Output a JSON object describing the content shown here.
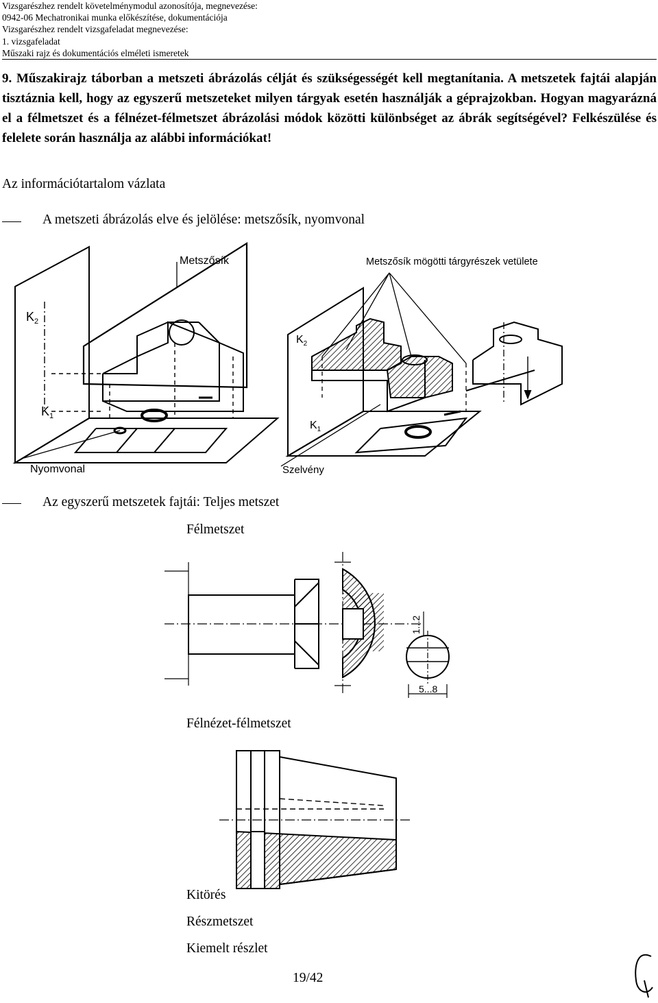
{
  "header": {
    "lines": [
      "Vizsgarészhez rendelt követelménymodul azonosítója, megnevezése:",
      "0942-06 Mechatronikai munka előkészítése, dokumentációja",
      "Vizsgarészhez rendelt vizsgafeladat megnevezése:",
      "1. vizsgafeladat",
      "Műszaki rajz és dokumentációs elméleti ismeretek"
    ]
  },
  "question": {
    "text": "9. Műszakirajz táborban a metszeti ábrázolás célját és szükségességét kell megtanítania. A metszetek fajtái alapján tisztáznia kell, hogy az egyszerű metszeteket milyen tárgyak esetén használják a géprajzokban. Hogyan magyarázná el a félmetszet és a félnézet-félmetszet ábrázolási módok közötti különbséget az ábrák segítségével? Felkészülése és felelete során használja az alábbi információkat!"
  },
  "outline_title": "Az információtartalom vázlata",
  "items": {
    "item1": "A metszeti ábrázolás elve és jelölése: metszősík, nyomvonal",
    "item2": "Az egyszerű metszetek fajtái: Teljes metszet",
    "felmetszet": "Félmetszet",
    "felnezet": "Félnézet-félmetszet",
    "kitores": "Kitörés",
    "reszmetszet": "Részmetszet",
    "kiemelt": "Kiemelt részlet"
  },
  "figure1": {
    "metszosik": "Metszősík",
    "vetulete": "Metszősík mögötti tárgyrészek vetülete",
    "nyomvonal": "Nyomvonal",
    "szelveny": "Szelvény",
    "k2a": "K",
    "k2a_sub": "2",
    "k1a": "K",
    "k1a_sub": "1",
    "k2b": "K",
    "k2b_sub": "2",
    "k1b": "K",
    "k1b_sub": "1"
  },
  "figure2": {
    "dim_vertical": "1...2",
    "dim_horizontal": "5...8"
  },
  "page_number": "19/42"
}
